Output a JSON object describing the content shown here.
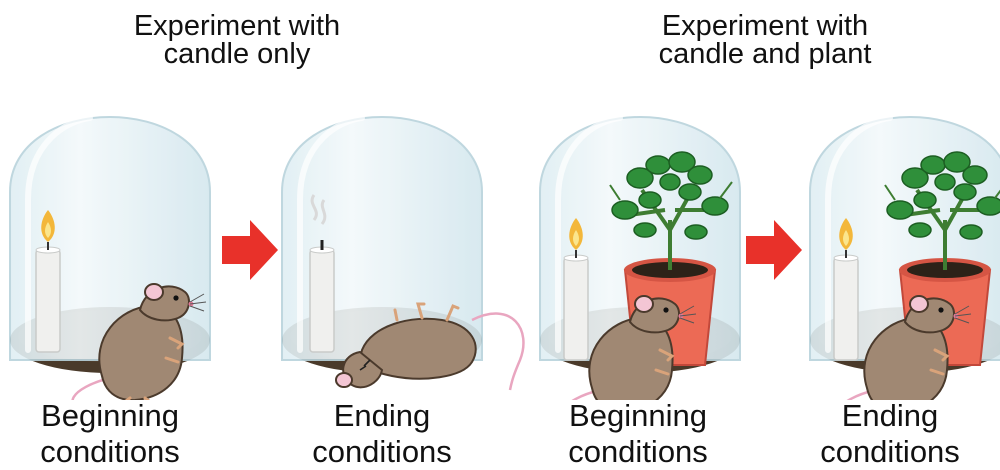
{
  "experiments": [
    {
      "title_line1": "Experiment with",
      "title_line2": "candle only",
      "beginning": {
        "line1": "Beginning",
        "line2": "conditions"
      },
      "ending": {
        "line1": "Ending",
        "line2": "conditions"
      }
    },
    {
      "title_line1": "Experiment with",
      "title_line2": "candle and plant",
      "beginning": {
        "line1": "Beginning",
        "line2": "conditions"
      },
      "ending": {
        "line1": "Ending",
        "line2": "conditions"
      }
    }
  ],
  "colors": {
    "arrow": "#e8312a",
    "flame_outer": "#f3b73a",
    "flame_inner": "#fbe58c",
    "soil": "#4a3a2a",
    "pot": "#ec6a55",
    "leaf": "#2f8f3a",
    "mouse": "#a08873",
    "candle": "#f0f0ee"
  }
}
